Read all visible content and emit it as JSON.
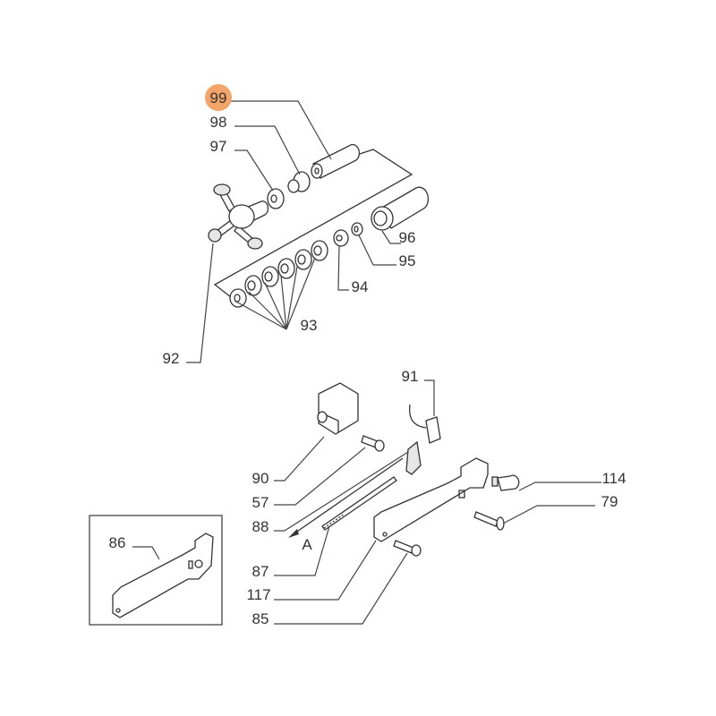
{
  "diagram": {
    "highlight_color": "#F4A469",
    "highlighted_part": "99",
    "callouts": {
      "p99": "99",
      "p98": "98",
      "p97": "97",
      "p96": "96",
      "p95": "95",
      "p94": "94",
      "p93": "93",
      "p92": "92",
      "p91": "91",
      "p90": "90",
      "p57": "57",
      "p88": "88",
      "p87": "87",
      "p117": "117",
      "p85": "85",
      "p114": "114",
      "p79": "79",
      "p86": "86"
    },
    "direction_label": "A"
  }
}
